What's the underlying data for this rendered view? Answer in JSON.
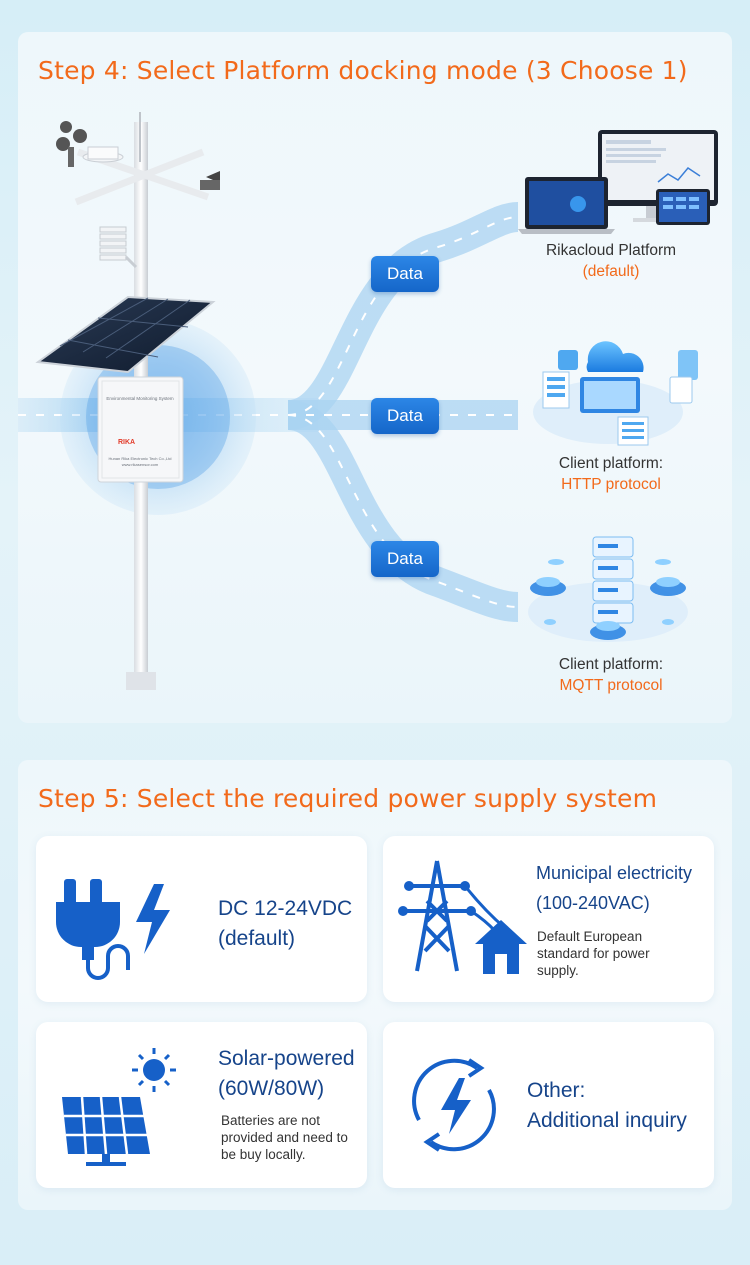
{
  "step4": {
    "title": "Step 4: Select Platform docking mode (3 Choose 1)",
    "data_labels": [
      "Data",
      "Data",
      "Data"
    ],
    "platforms": [
      {
        "name": "Rikacloud Platform",
        "detail": "(default)"
      },
      {
        "name": "Client platform:",
        "detail": "HTTP protocol"
      },
      {
        "name": "Client platform:",
        "detail": "MQTT protocol"
      }
    ]
  },
  "step5": {
    "title": "Step 5: Select the required power supply system",
    "options": [
      {
        "title_line1": "DC 12-24VDC",
        "title_line2": "(default)",
        "note": ""
      },
      {
        "title_line1": "Municipal electricity",
        "title_line2": "(100-240VAC)",
        "note": "Default European standard for power supply."
      },
      {
        "title_line1": "Solar-powered",
        "title_line2": "(60W/80W)",
        "note": "Batteries are not provided and need to be buy locally."
      },
      {
        "title_line1": "Other:",
        "title_line2": "Additional inquiry",
        "note": ""
      }
    ]
  },
  "colors": {
    "accent": "#f26a1b",
    "primary": "#1566c9",
    "dark_blue": "#16448a"
  }
}
